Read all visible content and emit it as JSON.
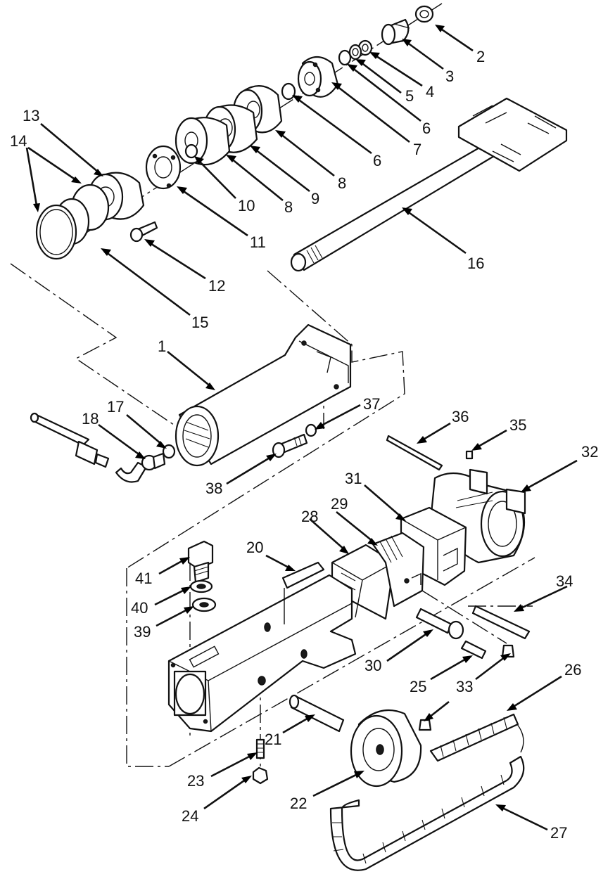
{
  "callouts": [
    {
      "num": "1"
    },
    {
      "num": "2"
    },
    {
      "num": "3"
    },
    {
      "num": "4"
    },
    {
      "num": "5"
    },
    {
      "num": "6"
    },
    {
      "num": "6"
    },
    {
      "num": "7"
    },
    {
      "num": "8"
    },
    {
      "num": "8"
    },
    {
      "num": "9"
    },
    {
      "num": "10"
    },
    {
      "num": "11"
    },
    {
      "num": "12"
    },
    {
      "num": "13"
    },
    {
      "num": "14"
    },
    {
      "num": "15"
    },
    {
      "num": "16"
    },
    {
      "num": "17"
    },
    {
      "num": "18"
    },
    {
      "num": "20"
    },
    {
      "num": "21"
    },
    {
      "num": "22"
    },
    {
      "num": "23"
    },
    {
      "num": "24"
    },
    {
      "num": "25"
    },
    {
      "num": "26"
    },
    {
      "num": "27"
    },
    {
      "num": "28"
    },
    {
      "num": "29"
    },
    {
      "num": "30"
    },
    {
      "num": "31"
    },
    {
      "num": "32"
    },
    {
      "num": "33"
    },
    {
      "num": "34"
    },
    {
      "num": "35"
    },
    {
      "num": "36"
    },
    {
      "num": "37"
    },
    {
      "num": "38"
    },
    {
      "num": "39"
    },
    {
      "num": "40"
    },
    {
      "num": "41"
    }
  ]
}
